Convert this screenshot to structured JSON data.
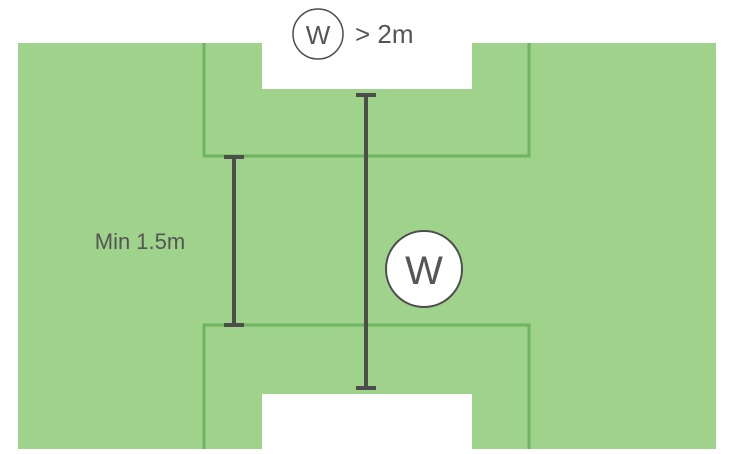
{
  "legend": {
    "symbol": "W",
    "condition": "> 2m"
  },
  "dimensions": {
    "min_label": "Min 1.5m",
    "width_symbol": "W"
  },
  "colors": {
    "ground": "#9fd28b",
    "edge_line": "#6fb462",
    "cutout": "#ffffff",
    "dimension_line": "#4d4d4d",
    "text": "#555555"
  }
}
